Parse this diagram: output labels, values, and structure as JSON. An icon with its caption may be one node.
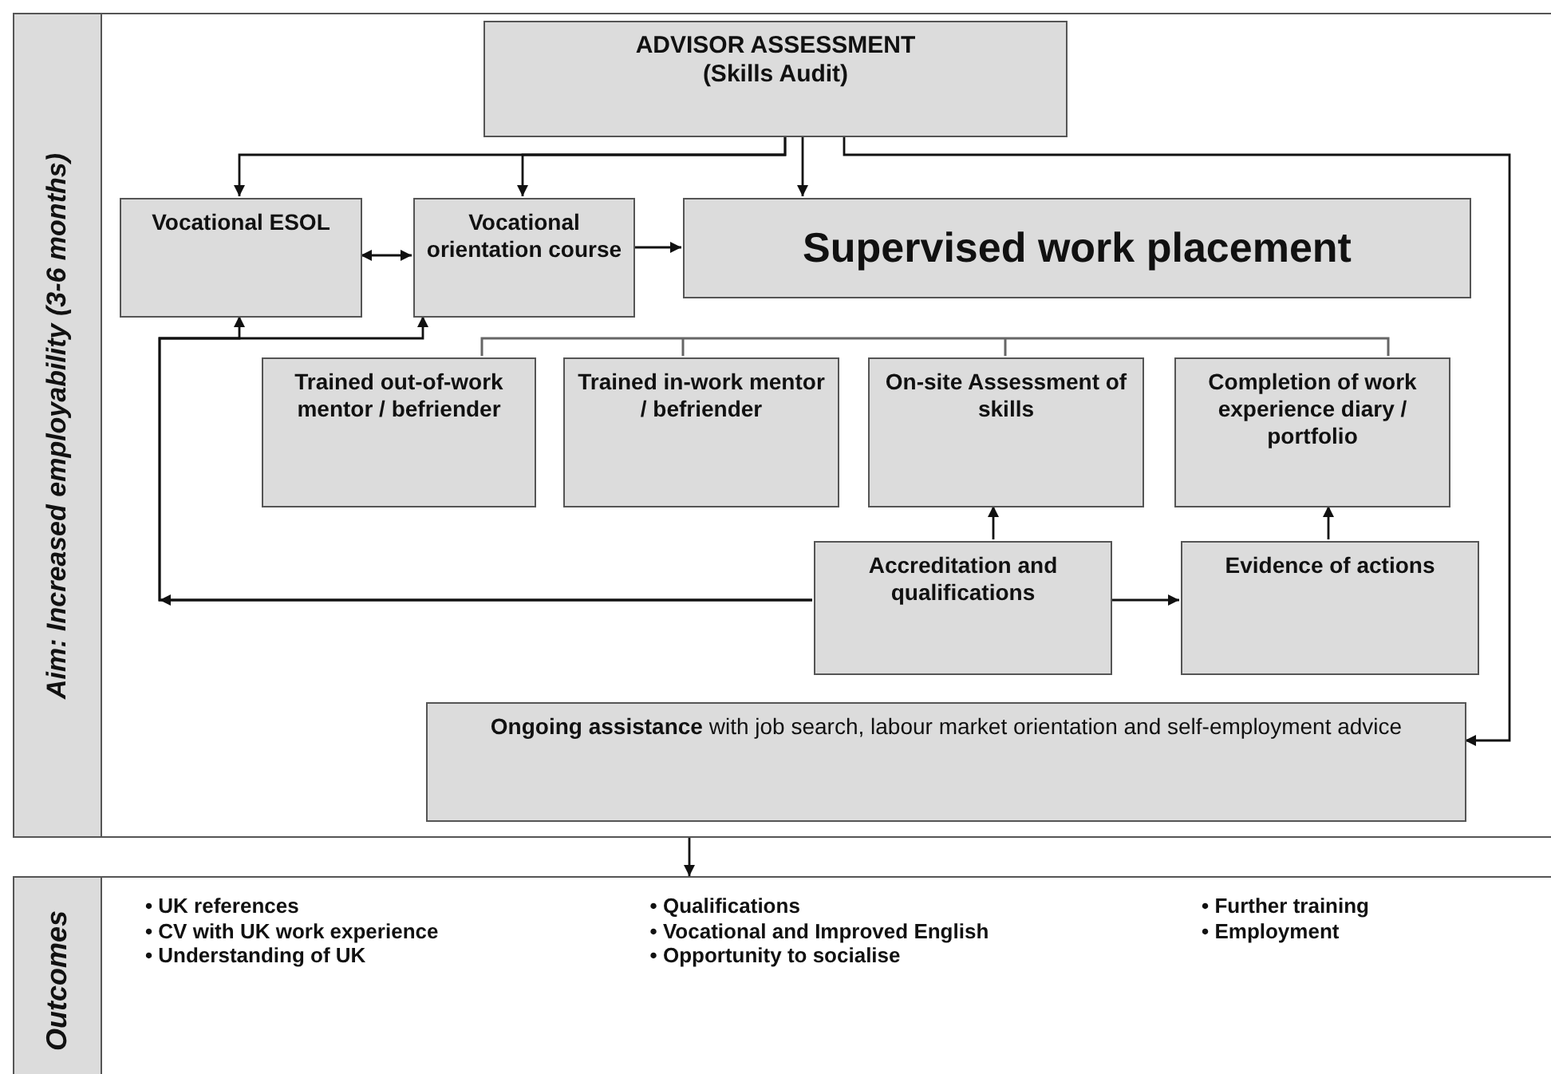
{
  "diagram": {
    "nodes": [
      {
        "text": [
          "Aim: Increased employability (3-6 months)"
        ]
      },
      {
        "text": [
          "ADVISOR ASSESSMENT",
          "(Skills Audit)"
        ],
        "in": 0
      },
      {
        "text": [
          "Vocational ESOL"
        ],
        "in": 0
      },
      {
        "text": [
          "Vocational orientation course"
        ],
        "in": 0
      },
      {
        "text": [
          "Supervised work placement"
        ],
        "in": 0
      },
      {
        "text": [
          "Trained out-of-work mentor / befriender"
        ],
        "in": 0
      },
      {
        "text": [
          "Trained in-work mentor / befriender"
        ],
        "in": 0
      },
      {
        "text": [
          "On-site Assessment of skills"
        ],
        "in": 0
      },
      {
        "text": [
          "Completion of work experience diary / portfolio"
        ],
        "in": 0
      },
      {
        "text": [
          "Accreditation and qualifications"
        ],
        "in": 0
      },
      {
        "text": [
          "Evidence of actions"
        ],
        "in": 0
      },
      {
        "text": [
          "**Ongoing assistance** with job search, labour market orientation and self-employment advice"
        ],
        "in": 0
      },
      {
        "text": [
          "Outcomes",
          "• UK references",
          "• CV with UK work experience",
          "• Understanding of UK",
          "• Qualifications",
          "• Vocational and Improved English",
          "• Opportunity to socialise",
          "• Further training",
          "• Employment"
        ]
      }
    ],
    "edges": [
      {
        "from": 1,
        "to": 2,
        "arrow": "to"
      },
      {
        "from": 1,
        "to": 3,
        "arrow": "to"
      },
      {
        "from": 1,
        "to": 4,
        "arrow": "to"
      },
      {
        "from": 1,
        "to": 11,
        "arrow": "to"
      },
      {
        "from": 2,
        "to": 3,
        "arrow": "both"
      },
      {
        "from": 3,
        "to": 4,
        "arrow": "to"
      },
      {
        "from": 9,
        "to": 7,
        "arrow": "to"
      },
      {
        "from": 10,
        "to": 8,
        "arrow": "to"
      },
      {
        "from": 9,
        "to": 10,
        "arrow": "to"
      },
      {
        "from": 9,
        "to": 2,
        "arrow": "to"
      },
      {
        "from": 9,
        "to": 3,
        "arrow": "to"
      },
      {
        "from": 0,
        "to": 12,
        "arrow": "to"
      }
    ]
  }
}
